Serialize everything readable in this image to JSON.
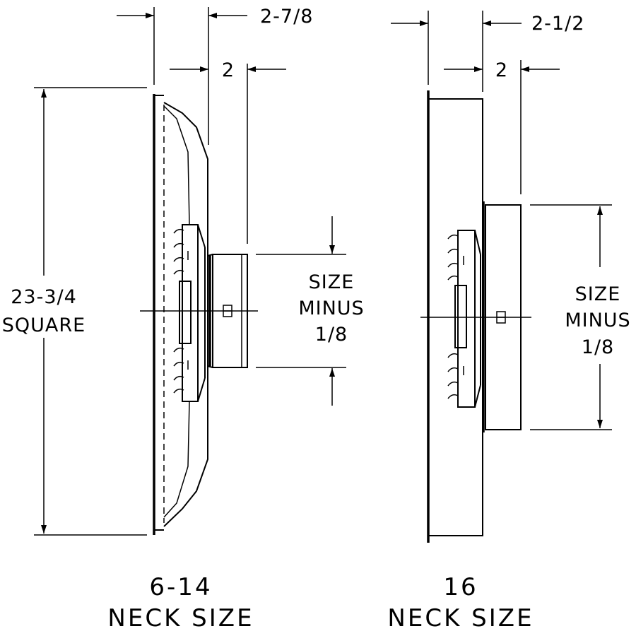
{
  "left_view": {
    "dim_top_outer": "2-7/8",
    "dim_top_inner": "2",
    "dim_height_line1": "23-3/4",
    "dim_height_line2": "SQUARE",
    "dim_neck_line1": "SIZE",
    "dim_neck_line2": "MINUS",
    "dim_neck_line3": "1/8",
    "caption_line1": "6-14",
    "caption_line2": "NECK SIZE"
  },
  "right_view": {
    "dim_top_outer": "2-1/2",
    "dim_top_inner": "2",
    "dim_neck_line1": "SIZE",
    "dim_neck_line2": "MINUS",
    "dim_neck_line3": "1/8",
    "caption_line1": "16",
    "caption_line2": "NECK SIZE"
  }
}
